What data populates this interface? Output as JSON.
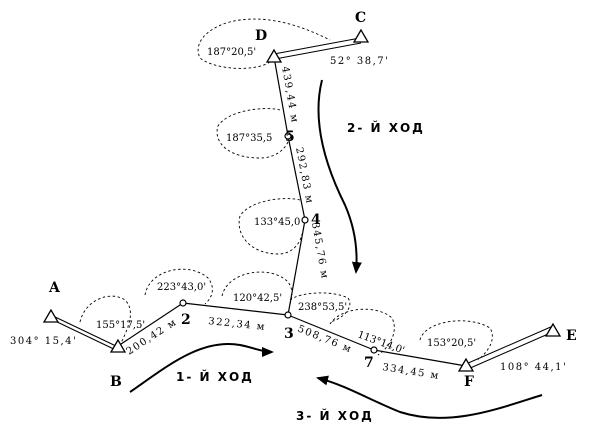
{
  "points": {
    "A": "A",
    "B": "B",
    "C": "C",
    "D": "D",
    "E": "E",
    "F": "F",
    "n2": "2",
    "n3": "3",
    "n4": "4",
    "n5": "5",
    "n7": "7"
  },
  "directions": {
    "A": "304° 15,4'",
    "C": "52° 38,7'",
    "E": "108° 44,1'"
  },
  "angles": {
    "B": "155°17,5'",
    "n2": "223°43,0'",
    "n3_left": "120°42,5'",
    "n3_right": "238°53,5'",
    "n7": "113°14,0'",
    "F": "153°20,5'",
    "D": "187°20,5'",
    "n5": "187°35,5",
    "n4": "133°45,0"
  },
  "lengths": {
    "B_2": "200,42 м",
    "2_3": "322,34 м",
    "3_7": "508,76 м",
    "7_F": "334,45 м",
    "D_5": "439,44 м",
    "5_4": "292,83 м",
    "4_3": "345,76 м"
  },
  "passes": {
    "first": "1- Й  ХОД",
    "second": "2- Й  ХОД",
    "third": "3- Й  ХОД"
  }
}
